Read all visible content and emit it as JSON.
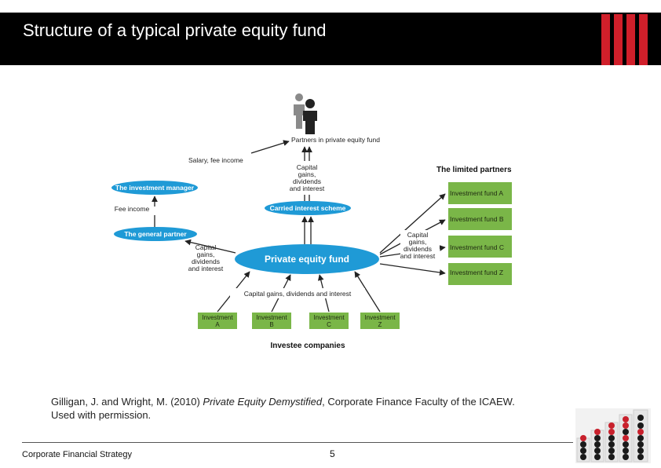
{
  "slide": {
    "title": "Structure of a typical private equity fund"
  },
  "diagram": {
    "partners_label": "Partners in private equity fund",
    "salary_label": "Salary, fee income",
    "capital_top_lines": [
      "Capital",
      "gains,",
      "dividends",
      "and interest"
    ],
    "investment_manager": "The investment manager",
    "fee_income": "Fee income",
    "general_partner": "The general partner",
    "carried_interest": "Carried interest scheme",
    "central_fund": "Private equity fund",
    "capital_left_lines": [
      "Capital",
      "gains,",
      "dividends",
      "and interest"
    ],
    "capital_right_lines": [
      "Capital",
      "gains,",
      "dividends",
      "and interest"
    ],
    "limited_partners_heading": "The limited partners",
    "limited_partners": [
      "Investment fund A",
      "Investment fund B",
      "Investment fund C",
      "Investment fund Z"
    ],
    "capital_bottom": "Capital gains, dividends and interest",
    "investments": [
      {
        "line1": "Investment",
        "line2": "A"
      },
      {
        "line1": "Investment",
        "line2": "B"
      },
      {
        "line1": "Investment",
        "line2": "C"
      },
      {
        "line1": "Investment",
        "line2": "Z"
      }
    ],
    "investee_heading": "Investee companies"
  },
  "citation": {
    "text_before": "Gilligan, J. and Wright, M. (2010) ",
    "book_title": "Private Equity Demystified",
    "text_after": ", Corporate Finance Faculty of the ICAEW.",
    "line2": "Used with permission."
  },
  "footer": {
    "course": "Corporate Financial Strategy",
    "page_number": "5"
  },
  "colors": {
    "title_bar": "#000000",
    "stripe": "#d01f2a",
    "ellipse_blue": "#1f9ad6",
    "box_green": "#7ab648"
  }
}
